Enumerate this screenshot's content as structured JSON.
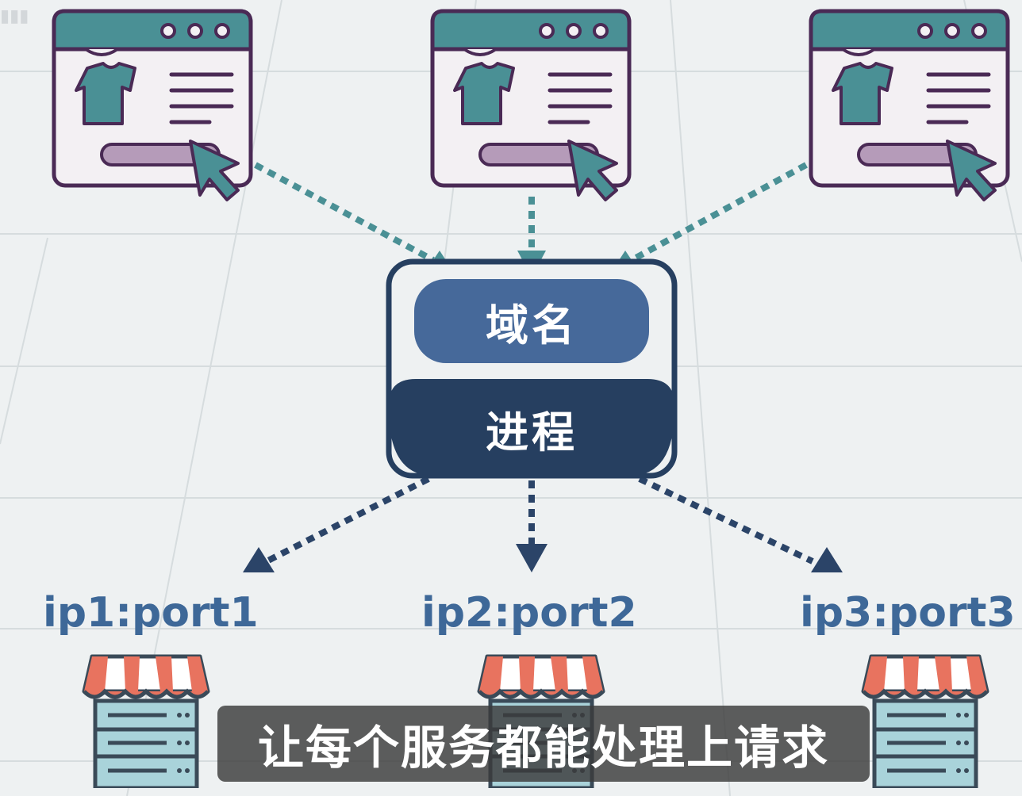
{
  "gateway": {
    "domain_label": "域名",
    "process_label": "进程"
  },
  "backends": [
    {
      "address": "ip1:port1"
    },
    {
      "address": "ip2:port2"
    },
    {
      "address": "ip3:port3"
    }
  ],
  "subtitle": "让每个服务都能处理上请求",
  "colors": {
    "teal": "#4a9095",
    "purple_outline": "#4a2a55",
    "domain_box": "#46699a",
    "process_box": "#263f60",
    "address_text": "#3e6898",
    "awning_red": "#e8735f",
    "server_body": "#a9d3da"
  }
}
